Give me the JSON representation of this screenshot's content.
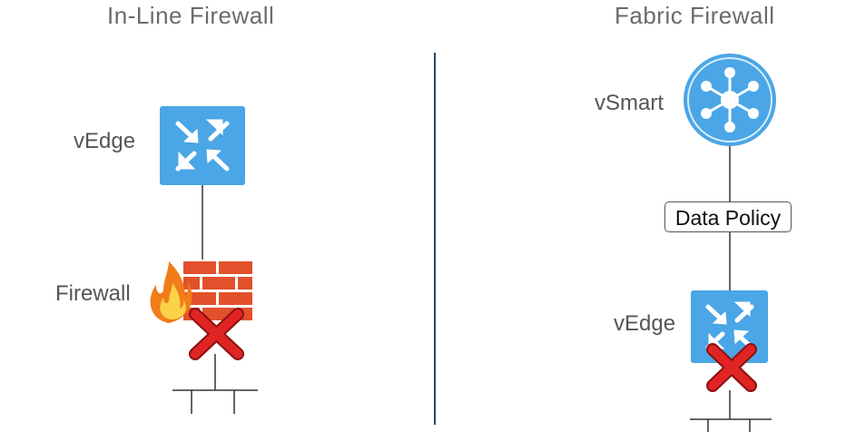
{
  "left": {
    "title": "In-Line Firewall",
    "router_label": "vEdge",
    "firewall_label": "Firewall"
  },
  "right": {
    "title": "Fabric Firewall",
    "controller_label": "vSmart",
    "policy_label": "Data Policy",
    "router_label": "vEdge"
  },
  "colors": {
    "router_blue": "#4aa6e6",
    "controller_blue": "#4aa6e6",
    "divider": "#1f4a6e",
    "brick": "#e2502c",
    "cross": "#d62020"
  },
  "icons": [
    "router-icon",
    "firewall-brick-icon",
    "flame-icon",
    "cross-icon",
    "vsmart-hub-icon"
  ]
}
